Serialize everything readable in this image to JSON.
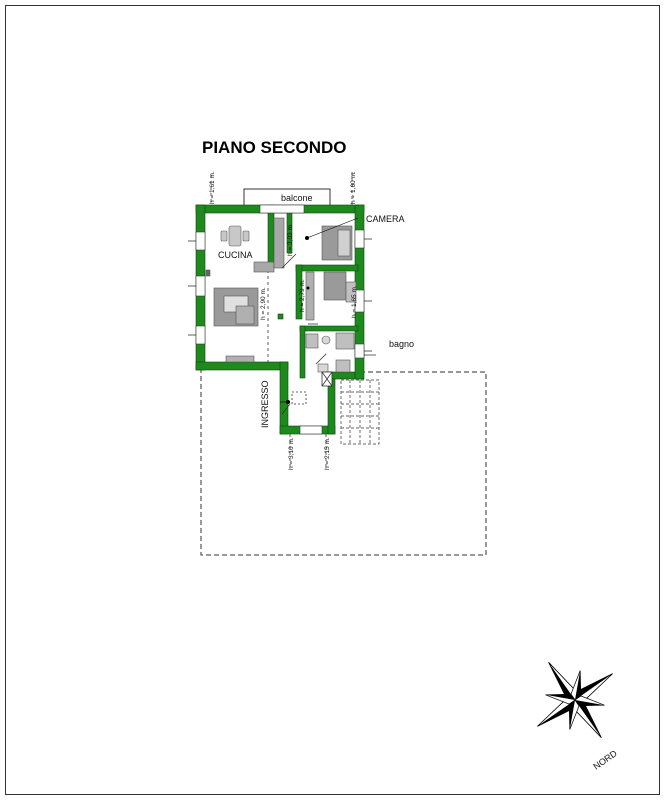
{
  "plan": {
    "title": "PIANO SECONDO",
    "rooms": {
      "balcone": "balcone",
      "camera": "CAMERA",
      "cucina": "CUCINA",
      "bagno": "bagno",
      "ingresso": "INGRESSO"
    },
    "heights": {
      "left_top": "h = 1,61 m.",
      "right_top": "h = 1,60 m.",
      "h303": "h = 3,03 m.",
      "h290": "h = 2,90 m.",
      "h279": "h = 2,79 m.",
      "h165": "h = 1,65 m.",
      "h310": "h = 3,10 m.",
      "h215": "h = 2,15 m."
    },
    "compass": {
      "label": "NORD"
    },
    "colors": {
      "wall": "#1e8a1e",
      "wall_edge": "#0a4a0a",
      "furniture": "#8c8c8c"
    }
  }
}
